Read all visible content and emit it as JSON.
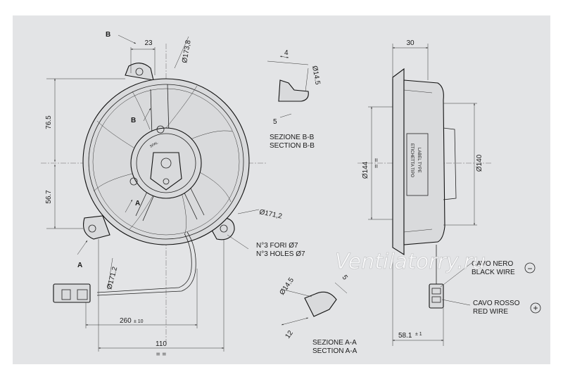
{
  "front_view": {
    "dim_b_width": "23",
    "dim_outer_dia": "Ø173,8",
    "dim_top_height": "76.5",
    "dim_bottom_height": "56.7",
    "dim_bolt_circle": "Ø171,2",
    "dim_bolt_circle_2": "Ø171.2",
    "holes_it": "N°3 FORI Ø7",
    "holes_en": "N°3 HOLES Ø7",
    "section_a_marker": "A",
    "section_b_marker": "B",
    "cable_length": "260",
    "cable_length_tol": "± 10",
    "width_110": "110",
    "symmetry_mark": "= ="
  },
  "section_bb": {
    "dim_4": "4",
    "dim_dia": "Ø14.5",
    "dim_5": "5",
    "title_it": "SEZIONE B-B",
    "title_en": "SECTION B-B"
  },
  "section_aa": {
    "dim_dia": "Ø14.5",
    "dim_5": "5",
    "dim_12": "12",
    "title_it": "SEZIONE A-A",
    "title_en": "SECTION A-A"
  },
  "side_view": {
    "dim_30": "30",
    "dim_144": "Ø144",
    "dim_140": "Ø140",
    "symmetry_mark": "= =",
    "label_it": "ETICHETTA TIPO",
    "label_en": "LABEL TYPE",
    "depth": "58.1",
    "depth_tol": "± 1"
  },
  "wires": {
    "black_it": "CAVO NERO",
    "black_en": "BLACK WIRE",
    "black_symbol": "−",
    "red_it": "CAVO ROSSO",
    "red_en": "RED WIRE",
    "red_symbol": "+"
  },
  "watermark": "Ventilatorry.ru"
}
